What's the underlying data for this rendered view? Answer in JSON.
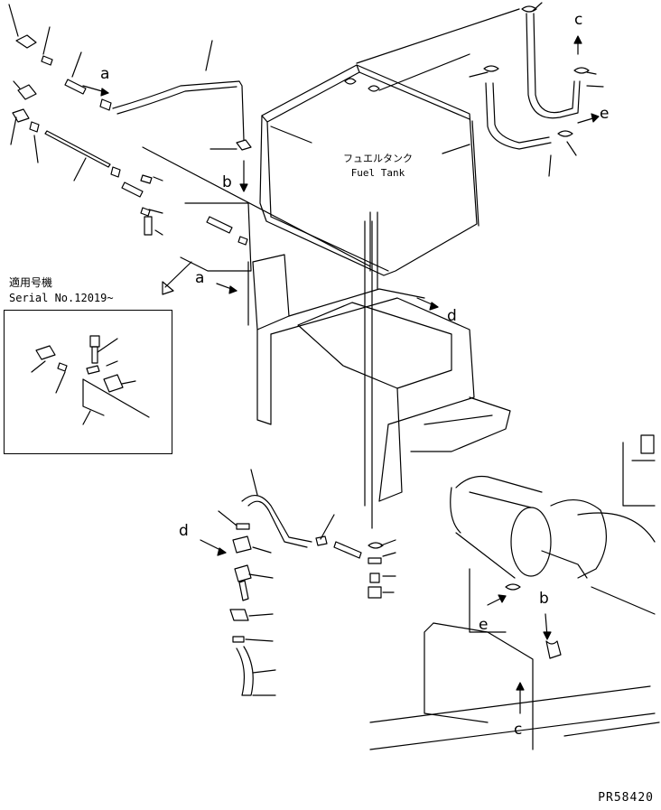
{
  "labels": {
    "a": "a",
    "b": "b",
    "c": "c",
    "d": "d",
    "e": "e"
  },
  "serial": {
    "heading": "適用号機",
    "number": "Serial No.12019~"
  },
  "tank": {
    "jp": "フュエルタンク",
    "en": "Fuel Tank"
  },
  "part_code": "PR58420"
}
